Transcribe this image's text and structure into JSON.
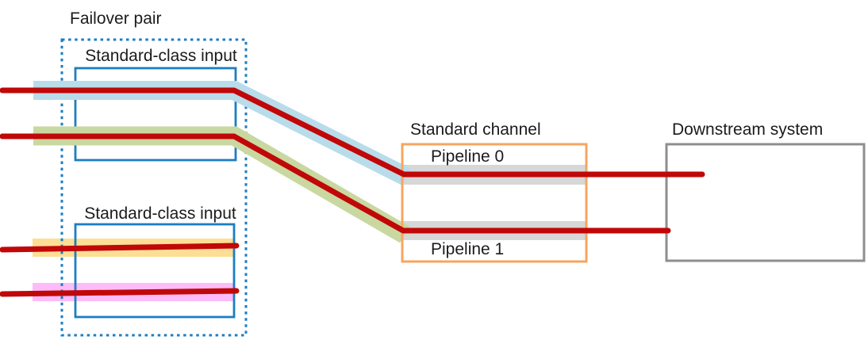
{
  "diagram": {
    "failover_pair": {
      "label": "Failover pair"
    },
    "input_top": {
      "label": "Standard-class input"
    },
    "input_bottom": {
      "label": "Standard-class input"
    },
    "channel": {
      "label": "Standard channel",
      "pipeline0_label": "Pipeline 0",
      "pipeline1_label": "Pipeline 1"
    },
    "downstream": {
      "label": "Downstream system"
    }
  },
  "colors": {
    "border_blue": "#1b7ec2",
    "border_orange": "#f8a45f",
    "border_gray": "#8e8e8e",
    "band_blue": "#b9dcea",
    "band_green": "#c9d8a0",
    "band_yellow": "#fcdf94",
    "band_pink": "#fdbcf9",
    "band_gray": "#d7d7d7",
    "stream_red": "#c00808",
    "text": "#1b1b1b"
  }
}
